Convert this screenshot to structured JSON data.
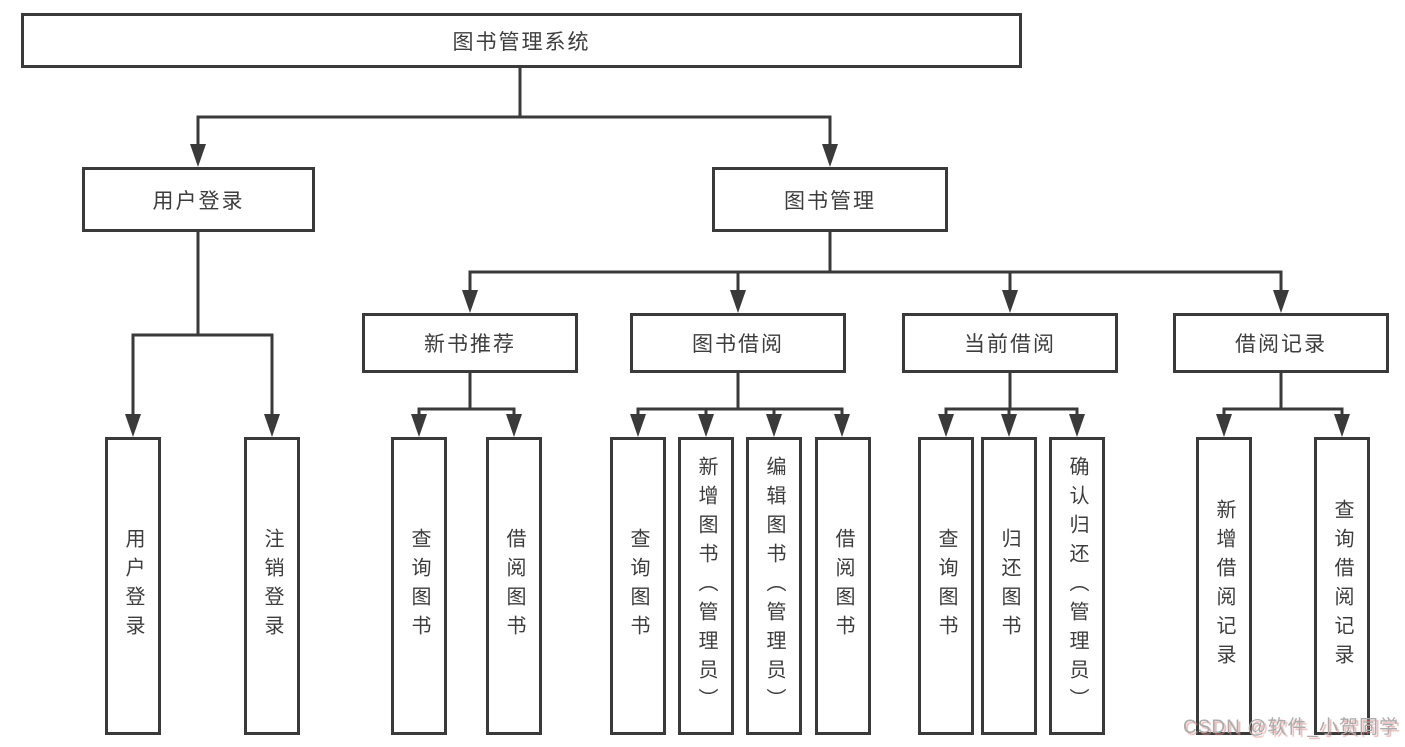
{
  "diagram": {
    "title_node": "图书管理系统",
    "root": {
      "label": "图书管理系统"
    },
    "level2": [
      {
        "label": "用户登录",
        "children": [
          {
            "label": "用户登录"
          },
          {
            "label": "注销登录"
          }
        ]
      },
      {
        "label": "图书管理",
        "children": [
          {
            "label": "新书推荐",
            "children": [
              {
                "label": "查询图书"
              },
              {
                "label": "借阅图书"
              }
            ]
          },
          {
            "label": "图书借阅",
            "children": [
              {
                "label": "查询图书"
              },
              {
                "label": "新增图书（管理员）"
              },
              {
                "label": "编辑图书（管理员）"
              },
              {
                "label": "借阅图书"
              }
            ]
          },
          {
            "label": "当前借阅",
            "children": [
              {
                "label": "查询图书"
              },
              {
                "label": "归还图书"
              },
              {
                "label": "确认归还（管理员）"
              }
            ]
          },
          {
            "label": "借阅记录",
            "children": [
              {
                "label": "新增借阅记录"
              },
              {
                "label": "查询借阅记录"
              }
            ]
          }
        ]
      }
    ]
  },
  "watermark": {
    "text": "CSDN @软件_小贺同学"
  },
  "colors": {
    "line": "#3a3a3a",
    "box_border": "#3a3a3a",
    "box_background": "#ffffff",
    "text": "#3d3d3d",
    "watermark_gray": "#ababab",
    "watermark_shadow": "#d98c8c",
    "background": "#ffffff"
  }
}
